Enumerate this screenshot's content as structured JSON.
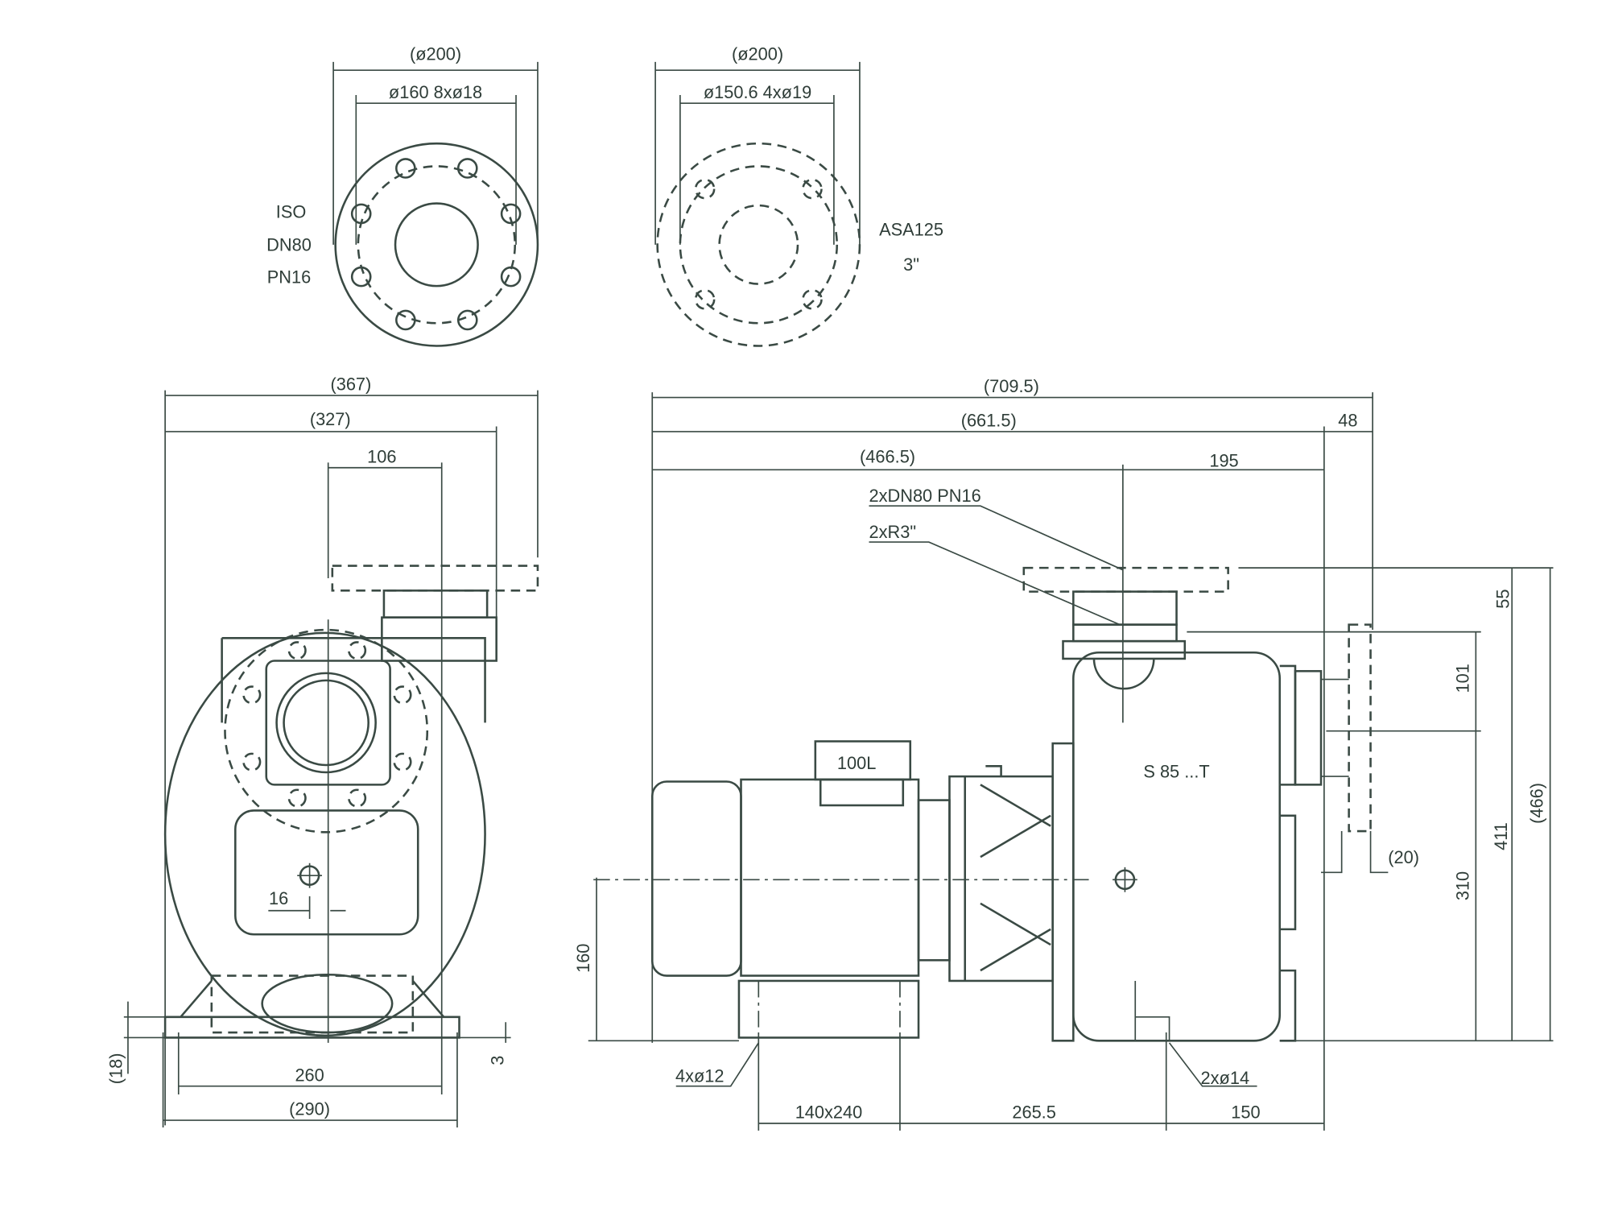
{
  "flange_iso": {
    "outer_dia": "(ø200)",
    "bolt_spec": "ø160  8xø18",
    "std": "ISO",
    "size": "DN80",
    "pressure": "PN16"
  },
  "flange_asa": {
    "outer_dia": "(ø200)",
    "bolt_spec": "ø150.6  4xø19",
    "std": "ASA125",
    "size": "3\""
  },
  "front_view": {
    "width_total": "(367)",
    "width_flange": "(327)",
    "offset_106": "106",
    "offset_16": "16",
    "base_260": "260",
    "base_290": "(290)",
    "foot_18": "(18)",
    "foot_3": "3"
  },
  "side_view": {
    "len_total": "(709.5)",
    "len_661": "(661.5)",
    "len_48": "48",
    "len_466": "(466.5)",
    "len_195": "195",
    "connections": "2xDN80  PN16",
    "thread": "2xR3\"",
    "motor_frame": "100L",
    "model": "S 85 ...T",
    "h_55": "55",
    "h_101": "101",
    "h_411": "411",
    "h_466": "(466)",
    "h_310": "310",
    "d_20": "(20)",
    "h_160": "160",
    "holes_motor": "4xø12",
    "holes_pump": "2xø14",
    "foot_140": "140x240",
    "dist_265": "265.5",
    "dist_150": "150"
  }
}
